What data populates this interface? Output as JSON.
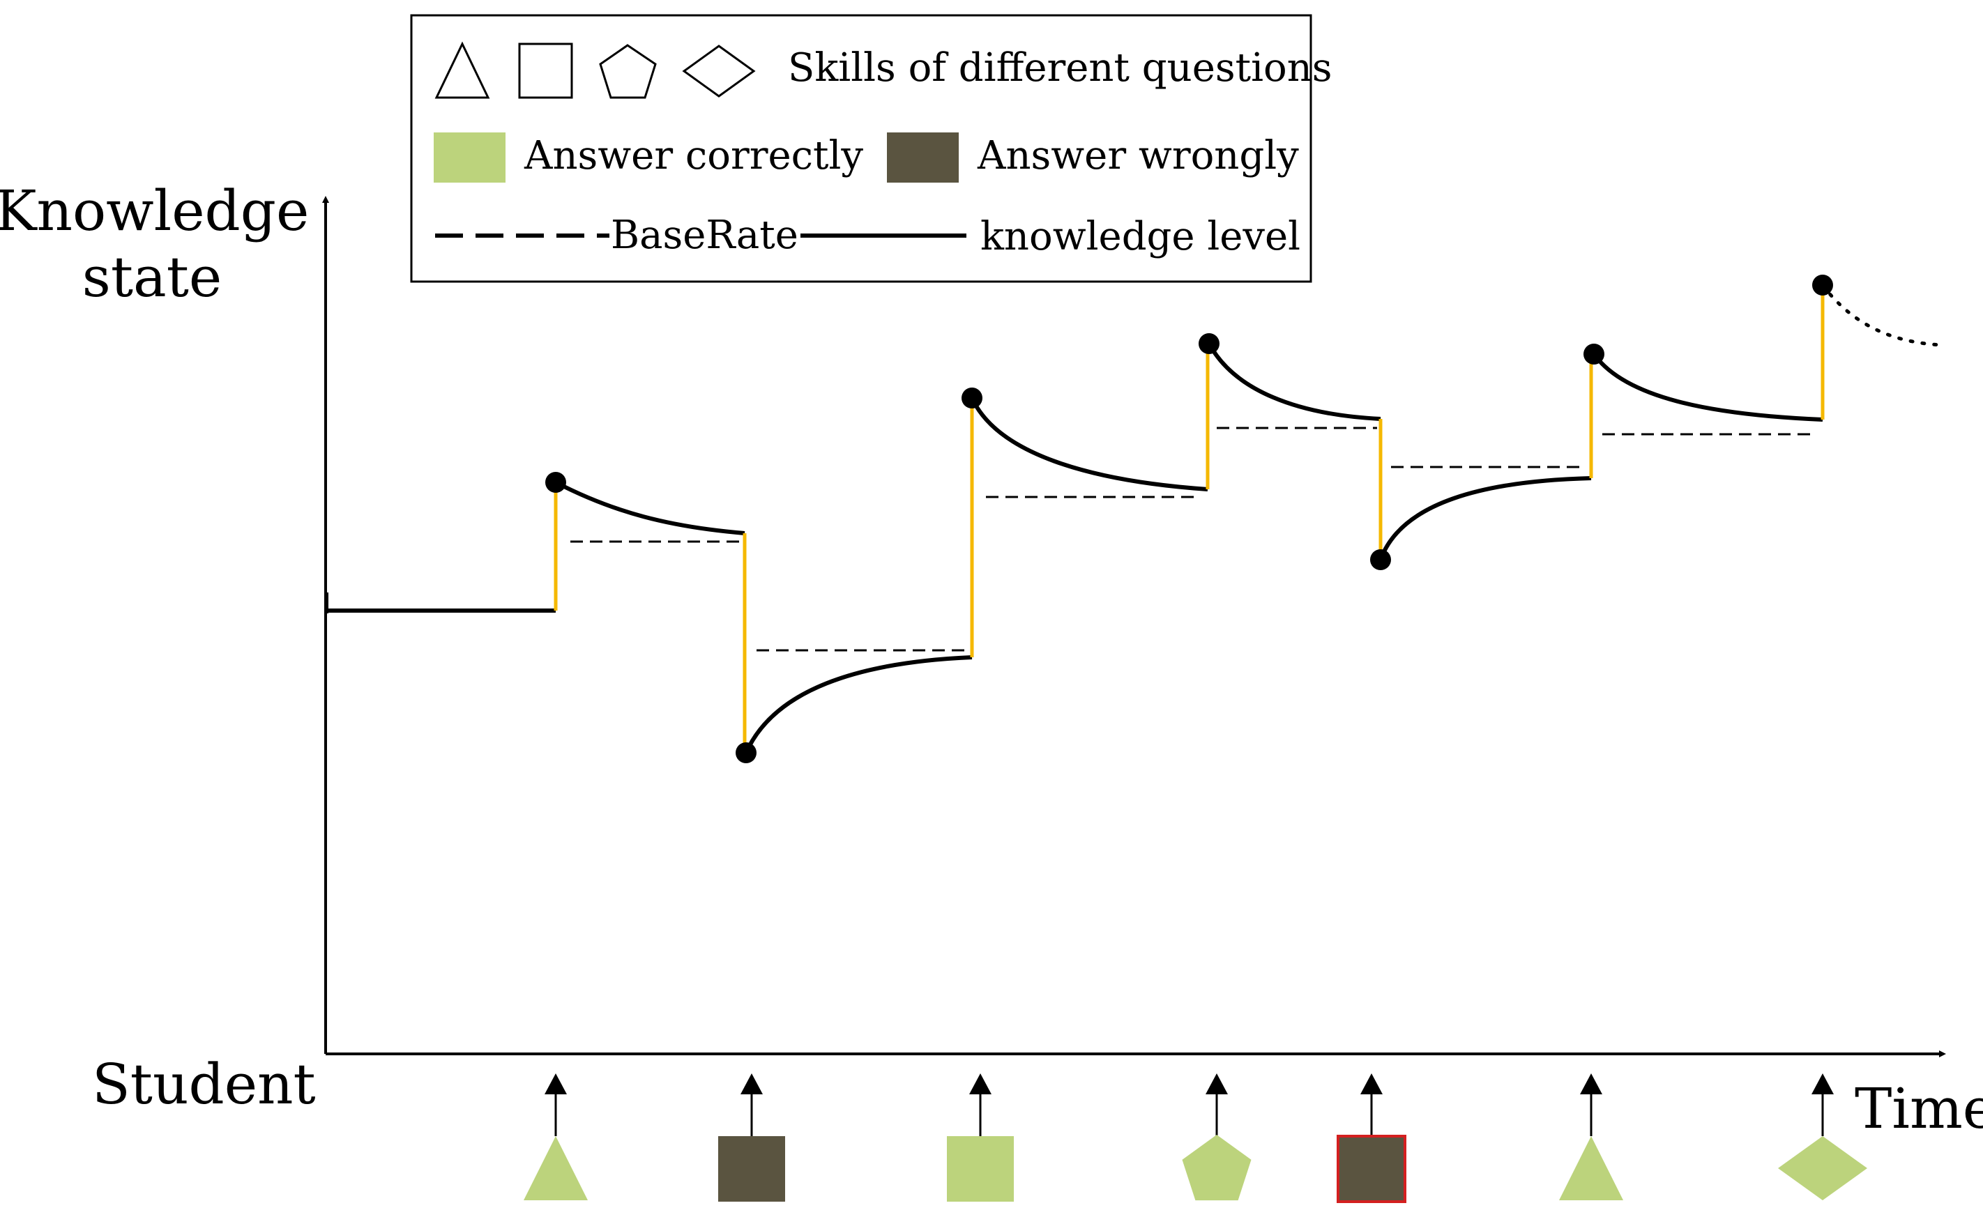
{
  "axes": {
    "y_label_line1": "Knowledge",
    "y_label_line2": "state",
    "x_label": "Time",
    "row_label": "Student"
  },
  "legend": {
    "skills_label": "Skills of different questions",
    "correct_label": "Answer correctly",
    "wrong_label": "Answer wrongly",
    "baserate_label": "BaseRate",
    "knowledge_label": "knowledge level",
    "skill_shapes": [
      "triangle",
      "square",
      "pentagon",
      "diamond"
    ]
  },
  "colors": {
    "correct": "#bcd37c",
    "wrong": "#5a5440",
    "jump_line": "#f5b800",
    "curve": "#000000",
    "highlight_border": "#d42020"
  },
  "questions": [
    {
      "skill": "triangle",
      "result": "correct"
    },
    {
      "skill": "square",
      "result": "wrong"
    },
    {
      "skill": "square",
      "result": "correct"
    },
    {
      "skill": "pentagon",
      "result": "correct"
    },
    {
      "skill": "square",
      "result": "wrong",
      "highlighted": true
    },
    {
      "skill": "triangle",
      "result": "correct"
    },
    {
      "skill": "diamond",
      "result": "correct"
    }
  ]
}
